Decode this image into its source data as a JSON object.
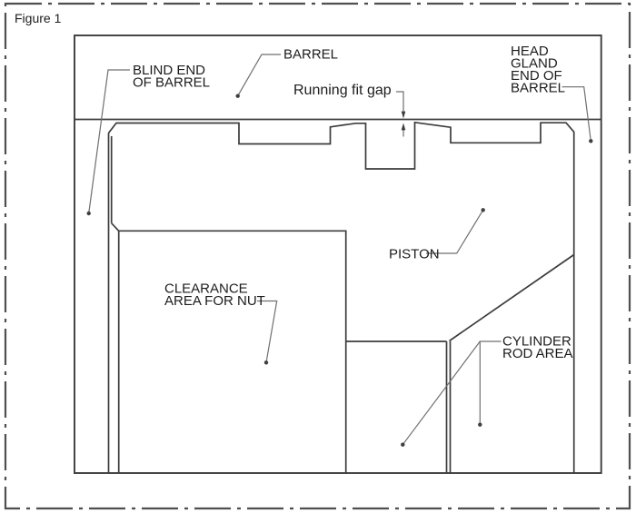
{
  "figure": {
    "label": "Figure 1"
  },
  "colors": {
    "background": "#ffffff",
    "drawing_line": "#3c3c3c",
    "leader_line": "#6f6f6f",
    "border_line": "#4f4f4f",
    "text": "#1c1c1c"
  },
  "diagram": {
    "labels": {
      "blind_end": {
        "lines": [
          "BLIND END",
          "OF BARREL"
        ]
      },
      "barrel": {
        "text": "BARREL"
      },
      "running_fit_gap": {
        "text": "Running fit gap"
      },
      "head_gland": {
        "lines": [
          "HEAD",
          "GLAND",
          "END OF",
          "BARREL"
        ]
      },
      "piston": {
        "text": "PISTON"
      },
      "clearance_nut": {
        "lines": [
          "CLEARANCE",
          "AREA FOR NUT"
        ]
      },
      "cylinder_rod": {
        "lines": [
          "CYLINDER",
          "ROD AREA"
        ]
      }
    }
  }
}
